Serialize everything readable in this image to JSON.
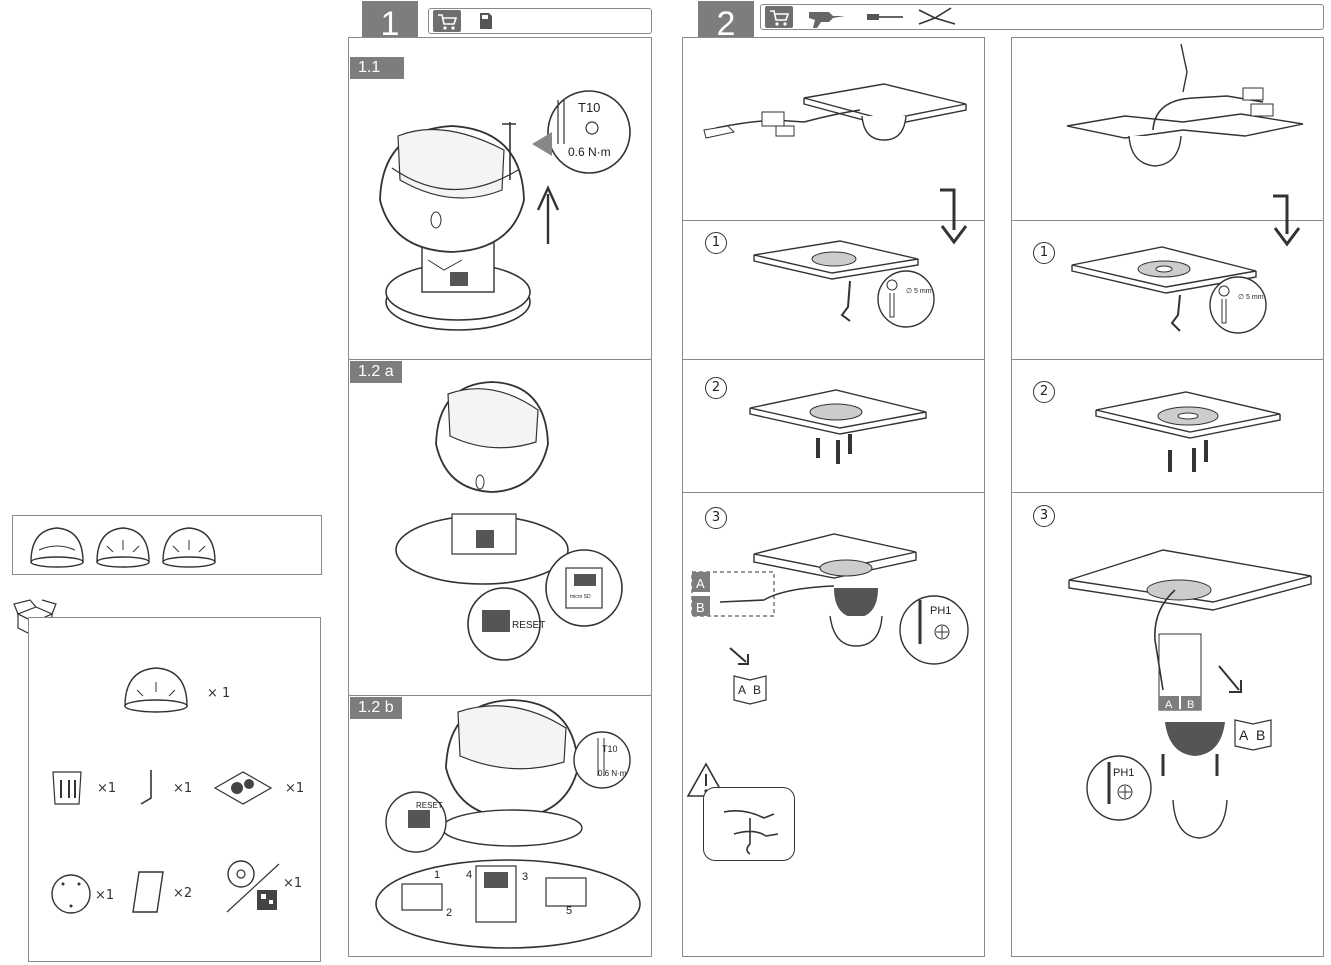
{
  "steps": {
    "step1": {
      "number": "1"
    },
    "step2": {
      "number": "2"
    }
  },
  "sub_steps": {
    "s1_1": "1.1",
    "s1_2a": "1.2 a",
    "s1_2b": "1.2 b"
  },
  "circle_numbers": {
    "one": "1",
    "two": "2",
    "three": "3"
  },
  "quantities": {
    "camera": "× 1",
    "screw_bag": "×1",
    "torx_key": "×1",
    "connector_bag": "×1",
    "drill_template": "×1",
    "manual": "×2",
    "cd": "×1"
  },
  "callouts": {
    "t10": "T10",
    "torque": "0.6 N·m",
    "reset": "RESET",
    "sd": "micro SD",
    "ph1": "PH1",
    "drill": "∅ 5 mm",
    "conn_a": "A",
    "conn_b": "B",
    "book_a": "A",
    "book_b": "B",
    "t10_small": "T10",
    "torque_small": "0.6 N·m",
    "reset_small": "RESET",
    "tray_steps": [
      "1",
      "2",
      "3",
      "4",
      "5"
    ]
  },
  "icons": {
    "cart": "shopping-cart-icon",
    "sd": "sd-card-icon",
    "drill": "drill-icon",
    "screwdriver": "screwdriver-icon",
    "pliers": "pliers-icon",
    "warning": "warning-triangle-icon"
  },
  "colors": {
    "label_bg": "#7d7d7d",
    "border": "#8a8a8a",
    "line": "#333333"
  }
}
